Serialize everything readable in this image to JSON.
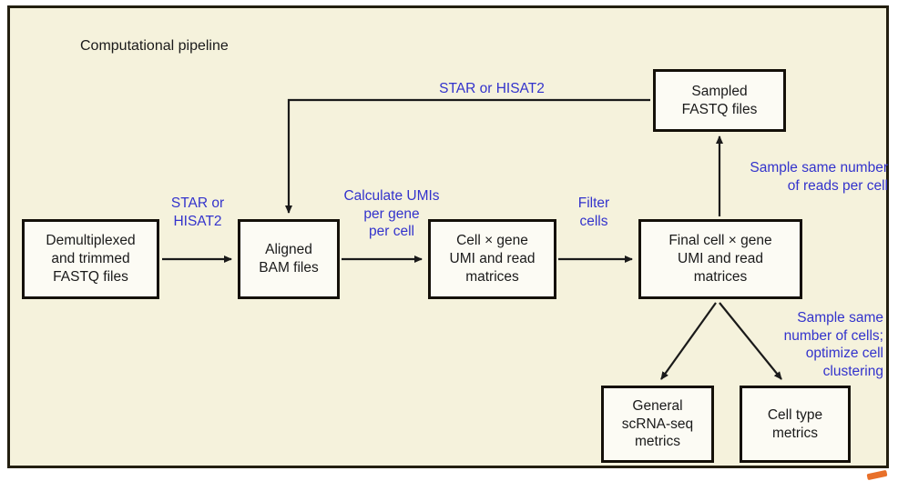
{
  "figure": {
    "panel_title": "Computational pipeline",
    "background_color": "#F5F2DC",
    "node_fill_color": "#FCFBF4",
    "node_border_color": "#141009",
    "label_color": "#3333CC",
    "text_color": "#1a1a1a",
    "corner_mark_color": "#E8702A"
  },
  "nodes": [
    {
      "id": "demultiplexed",
      "label": "Demultiplexed\nand trimmed\nFASTQ files"
    },
    {
      "id": "aligned-bam",
      "label": "Aligned\nBAM files"
    },
    {
      "id": "cell-gene-matrices",
      "label": "Cell × gene\nUMI and read\nmatrices"
    },
    {
      "id": "final-cell-gene-matrices",
      "label": "Final cell × gene\nUMI and read\nmatrices"
    },
    {
      "id": "sampled-fastq",
      "label": "Sampled\nFASTQ files"
    },
    {
      "id": "general-metrics",
      "label": "General\nscRNA-seq\nmetrics"
    },
    {
      "id": "cell-type-metrics",
      "label": "Cell type\nmetrics"
    }
  ],
  "edge_labels": [
    {
      "id": "star-or-hisat2-main",
      "text": "STAR or\nHISAT2"
    },
    {
      "id": "calculate-umis",
      "text": "Calculate UMIs\nper gene\nper cell"
    },
    {
      "id": "filter-cells",
      "text": "Filter\ncells"
    },
    {
      "id": "star-or-hisat2-top",
      "text": "STAR or HISAT2"
    },
    {
      "id": "sample-reads-per-cell",
      "text": "Sample same number\nof reads per cell"
    },
    {
      "id": "sample-cells-cluster",
      "text": "Sample same\nnumber of cells;\noptimize cell\nclustering"
    }
  ]
}
